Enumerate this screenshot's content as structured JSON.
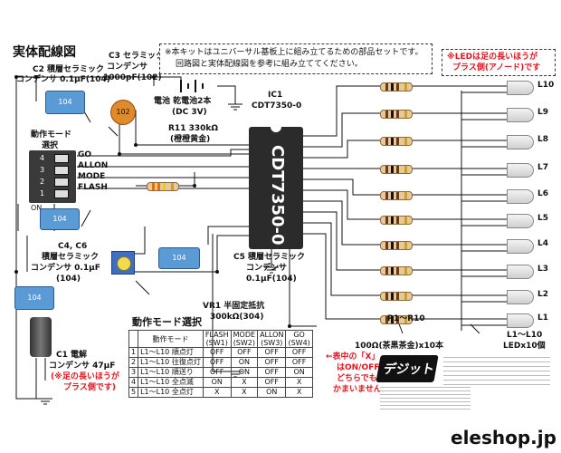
{
  "title": "実体配線図",
  "c2_label": [
    "C2 積層セラミック",
    "コンデンサ 0.1μF(104)"
  ],
  "c3_label": [
    "C3 セラミック",
    "コンデンサ",
    "1000pF(102)"
  ],
  "c3_code": "102",
  "note": [
    "※本キットはユニバーサル基板上に組み立てるための部品セットです。",
    "回路図と実体配線図を参考に組み立ててください。"
  ],
  "led_note": [
    "※LEDは足の長いほうが",
    "プラス側(アノード)です"
  ],
  "battery_label": [
    "電池 乾電池2本",
    "(DC 3V)"
  ],
  "r11_label": [
    "R11 330kΩ",
    "(橙橙黄金)"
  ],
  "ic_label": [
    "IC1",
    "CDT7350-0"
  ],
  "ic_marking": "CDT7350-0",
  "dip_title": [
    "動作モード",
    "選択"
  ],
  "dip_pins": [
    "GO",
    "ALLON",
    "MODE",
    "FLASH"
  ],
  "dip_nums": [
    "4",
    "3",
    "2",
    "1"
  ],
  "dip_on": "ON",
  "cap_code": "104",
  "c4c6_label": [
    "C4, C6",
    "積層セラミック",
    "コンデンサ 0.1μF",
    "(104)"
  ],
  "c5_label": [
    "C5 積層セラミック",
    "コンデンサ",
    "0.1μF(104)"
  ],
  "vr1_label": [
    "VR1 半固定抵抗",
    "300kΩ(304)"
  ],
  "c1_label": [
    "C1 電解",
    "コンデンサ 47μF",
    "(※足の長いほうが",
    "プラス側です)"
  ],
  "led_names": [
    "L10",
    "L9",
    "L8",
    "L7",
    "L6",
    "L5",
    "L4",
    "L3",
    "L2",
    "L1"
  ],
  "r_label": [
    "R1～R10",
    "100Ω(茶黒茶金)x10本"
  ],
  "led_label": [
    "L1～L10",
    "LEDx10個"
  ],
  "mode_table": {
    "title": "動作モード選択",
    "headers": [
      "",
      "動作モード",
      "FLASH\n(SW1)",
      "MODE\n(SW2)",
      "ALLON\n(SW3)",
      "GO\n(SW4)"
    ],
    "rows": [
      [
        "1",
        "L1～L10 順点灯",
        "OFF",
        "OFF",
        "OFF",
        "OFF"
      ],
      [
        "2",
        "L1～L10 往復点灯",
        "OFF",
        "ON",
        "OFF",
        "OFF"
      ],
      [
        "3",
        "L1～L10 順送り",
        "OFF",
        "ON",
        "OFF",
        "ON"
      ],
      [
        "4",
        "L1～L10 全点滅",
        "ON",
        "X",
        "OFF",
        "X"
      ],
      [
        "5",
        "L1～L10 全点灯",
        "X",
        "X",
        "ON",
        "X"
      ]
    ]
  },
  "table_note": [
    "←表中の「X」",
    "はON/OFF",
    "どちらでも",
    "かまいません"
  ],
  "logo_text": "デジット",
  "footer_text": "eleshop.jp",
  "colors": {
    "red": "#e0141e",
    "blue_cap": "#5b9bd5",
    "chip": "#2b2b2b",
    "c3_orange": "#e08a2c"
  }
}
